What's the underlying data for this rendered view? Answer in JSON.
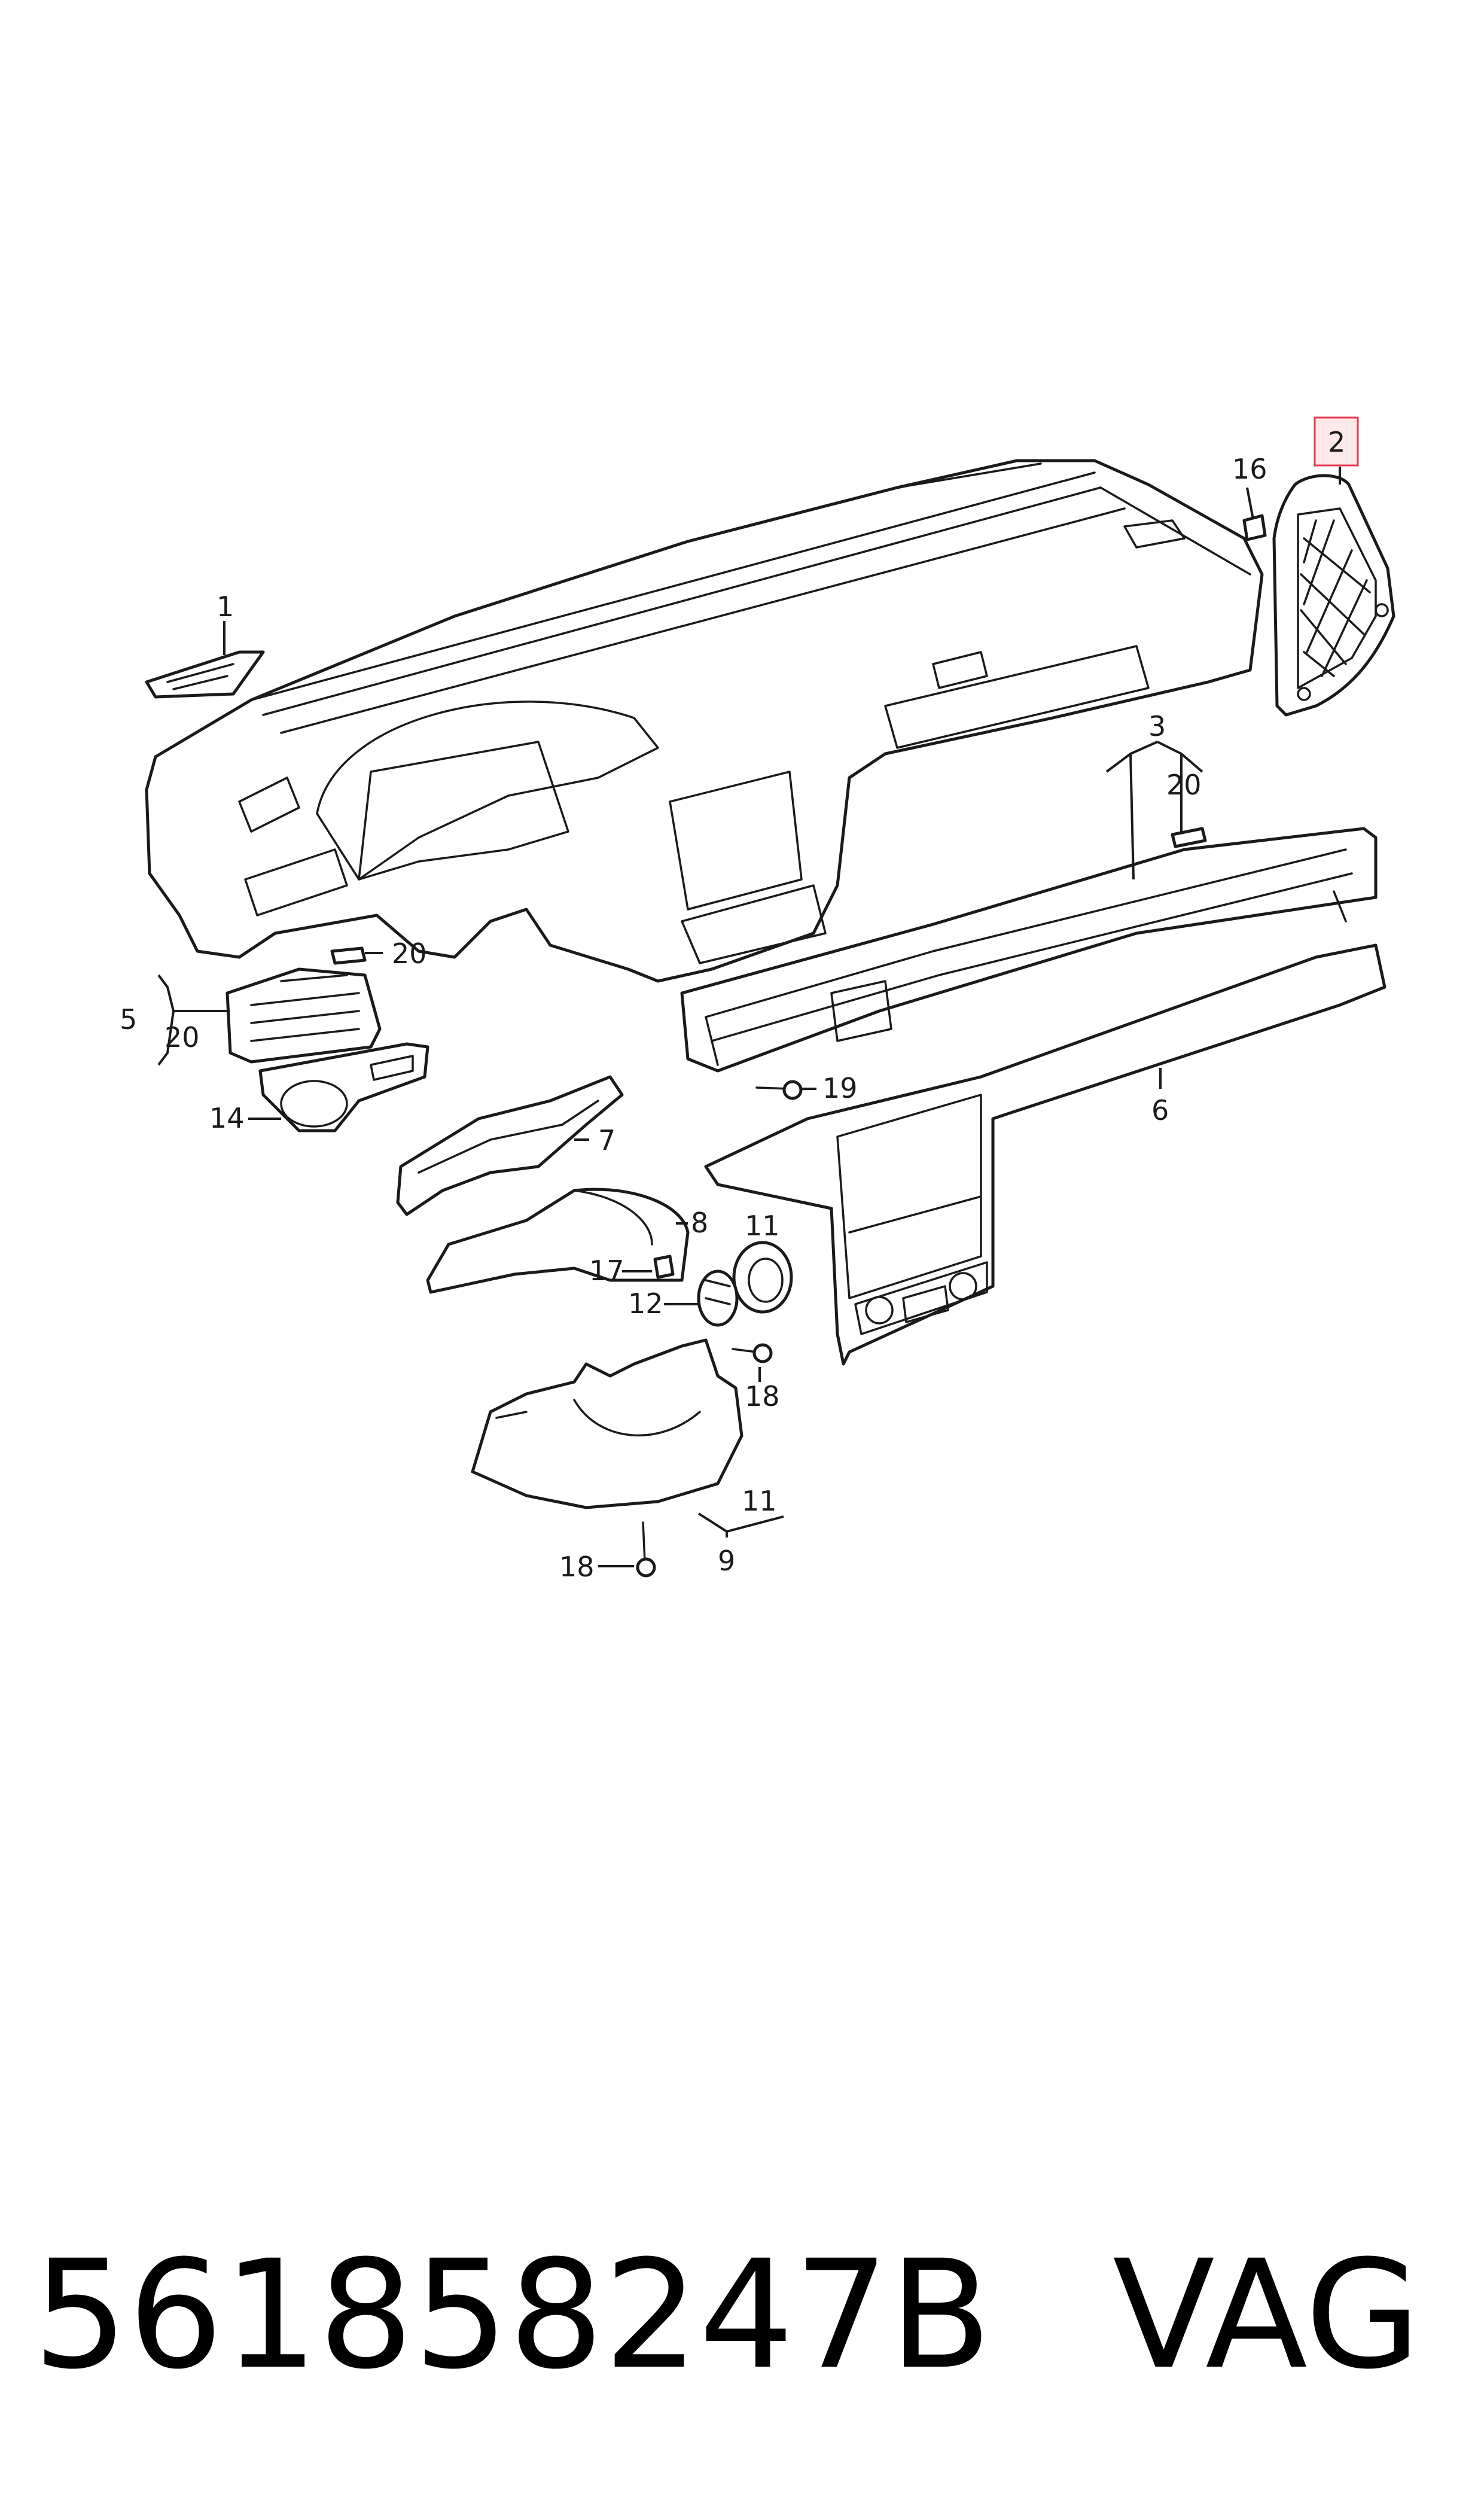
{
  "diagram": {
    "callouts": [
      {
        "id": "c1",
        "label": "1"
      },
      {
        "id": "c2",
        "label": "2",
        "highlighted": true
      },
      {
        "id": "c3",
        "label": "3"
      },
      {
        "id": "c5",
        "label": "5"
      },
      {
        "id": "c6",
        "label": "6"
      },
      {
        "id": "c7",
        "label": "7"
      },
      {
        "id": "c8",
        "label": "8"
      },
      {
        "id": "c9",
        "label": "9"
      },
      {
        "id": "c11a",
        "label": "11"
      },
      {
        "id": "c11b",
        "label": "11"
      },
      {
        "id": "c12",
        "label": "12"
      },
      {
        "id": "c14",
        "label": "14"
      },
      {
        "id": "c16",
        "label": "16"
      },
      {
        "id": "c17",
        "label": "17"
      },
      {
        "id": "c18a",
        "label": "18"
      },
      {
        "id": "c18b",
        "label": "18"
      },
      {
        "id": "c19",
        "label": "19"
      },
      {
        "id": "c20a",
        "label": "20"
      },
      {
        "id": "c20b",
        "label": "20"
      },
      {
        "id": "c20c",
        "label": "20"
      }
    ],
    "highlight_color": "#e23b4f"
  },
  "footer": {
    "part_number": "561858247B",
    "brand": "VAG"
  }
}
